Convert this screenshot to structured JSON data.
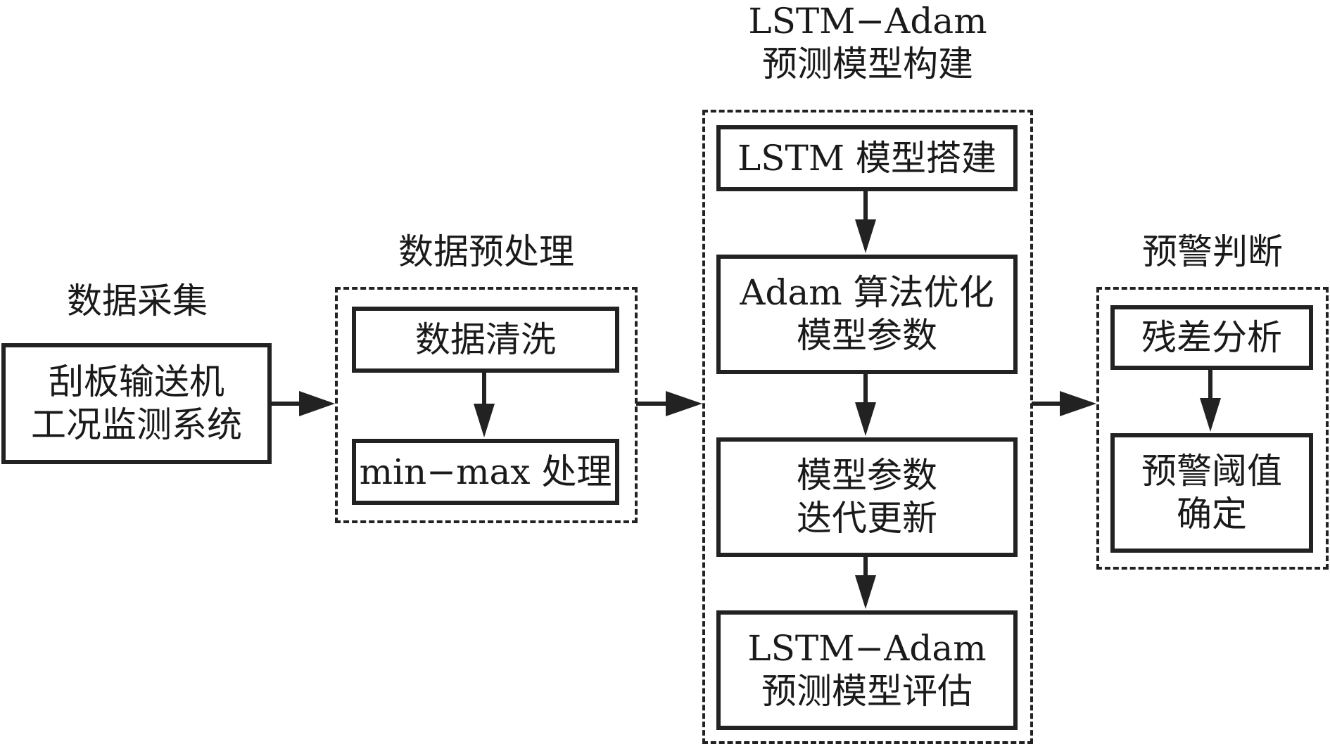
{
  "sections": {
    "collection": {
      "title": "数据采集",
      "box": "刮板输送机\n工况监测系统"
    },
    "preprocess": {
      "title": "数据预处理",
      "steps": [
        "数据清洗",
        "min−max 处理"
      ]
    },
    "model": {
      "title": "LSTM−Adam\n预测模型构建",
      "steps": [
        "LSTM 模型搭建",
        "Adam 算法优化\n模型参数",
        "模型参数\n迭代更新",
        "LSTM−Adam\n预测模型评估"
      ]
    },
    "warning": {
      "title": "预警判断",
      "steps": [
        "残差分析",
        "预警阈值\n确定"
      ]
    }
  }
}
